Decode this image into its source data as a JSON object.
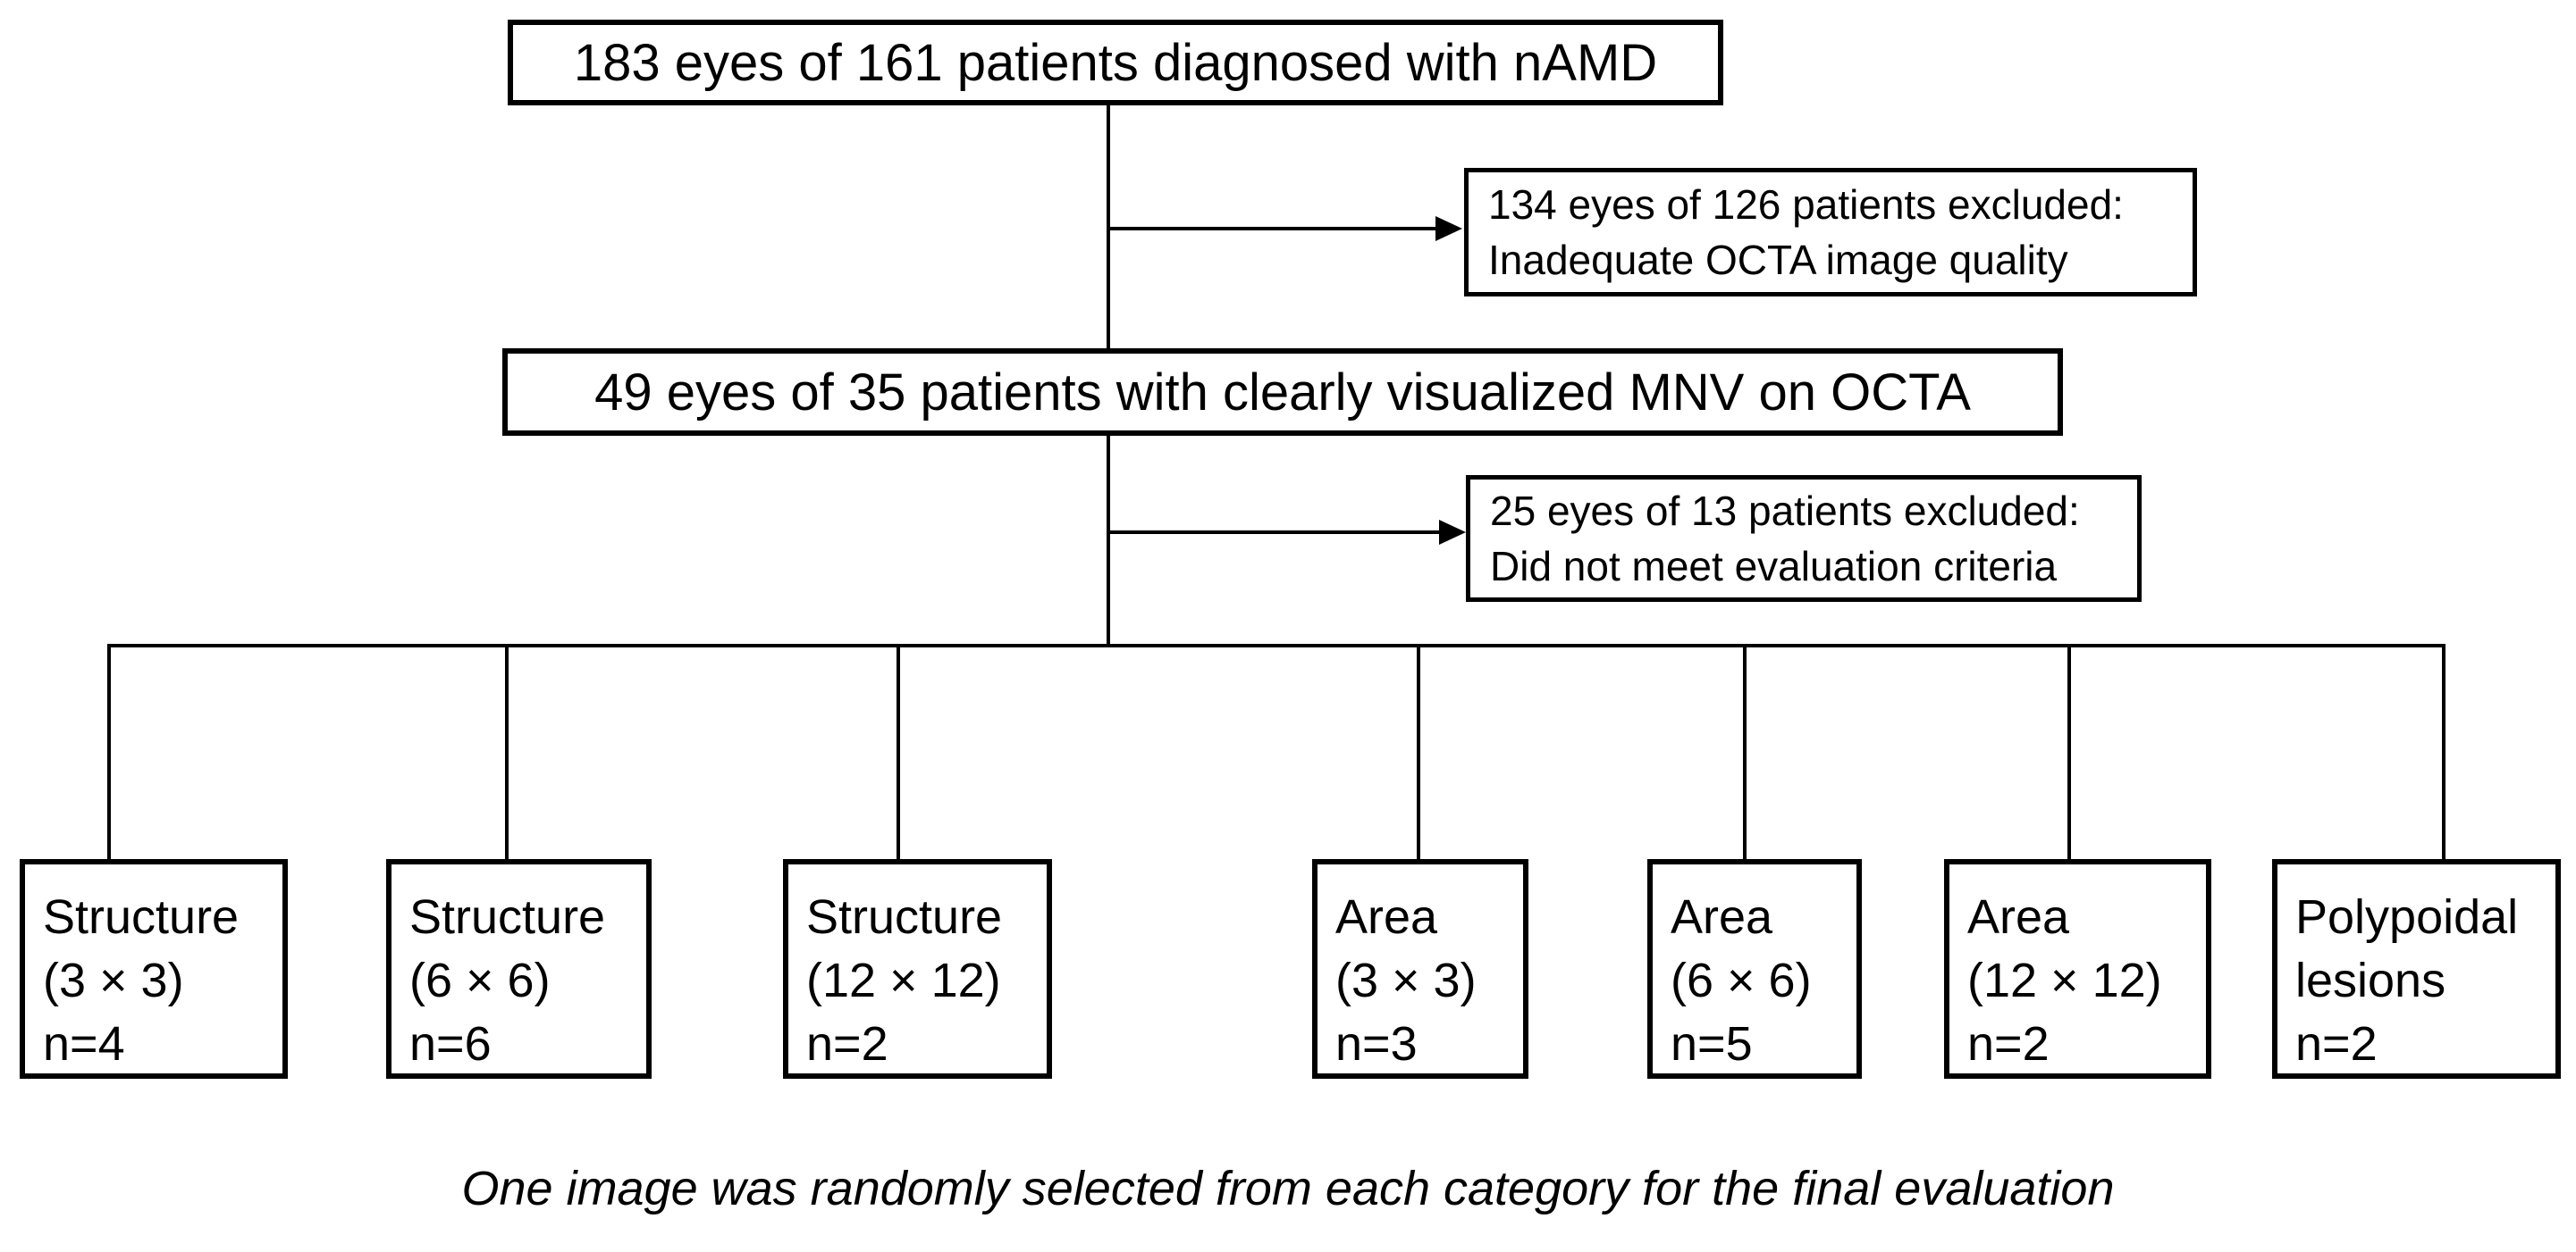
{
  "diagram": {
    "box_top": "183 eyes of 161 patients diagnosed with nAMD",
    "exclusion_1": {
      "line1": "134 eyes of 126 patients excluded:",
      "line2": "Inadequate OCTA image quality"
    },
    "box_middle": "49 eyes of 35 patients with clearly visualized MNV on OCTA",
    "exclusion_2": {
      "line1": "25 eyes of 13 patients excluded:",
      "line2": "Did not meet evaluation criteria"
    },
    "categories": [
      {
        "line1": "Structure",
        "line2": "(3 × 3)",
        "line3": "n=4"
      },
      {
        "line1": "Structure",
        "line2": "(6 × 6)",
        "line3": "n=6"
      },
      {
        "line1": "Structure",
        "line2": "(12 × 12)",
        "line3": "n=2"
      },
      {
        "line1": "Area",
        "line2": "(3 × 3)",
        "line3": "n=3"
      },
      {
        "line1": "Area",
        "line2": "(6 × 6)",
        "line3": "n=5"
      },
      {
        "line1": "Area",
        "line2": "(12 × 12)",
        "line3": "n=2"
      },
      {
        "line1": "Polypoidal",
        "line2": "lesions",
        "line3": "n=2"
      }
    ],
    "caption": "One image was randomly selected from each category for the final evaluation",
    "colors": {
      "line": "#000000",
      "text": "#000000",
      "background": "#ffffff"
    }
  }
}
